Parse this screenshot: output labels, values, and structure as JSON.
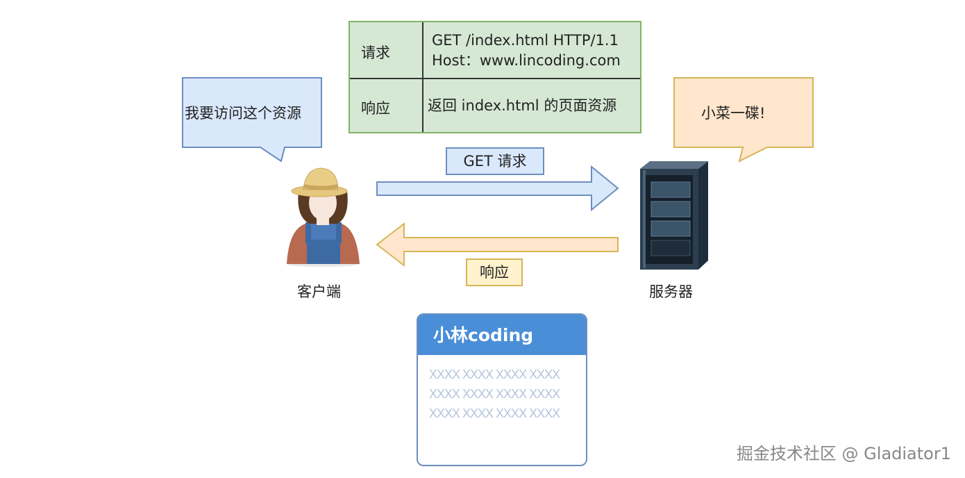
{
  "table": {
    "request_label": "请求",
    "request_line1": "GET /index.html HTTP/1.1",
    "request_line2": "Host：www.lincoding.com",
    "response_label": "响应",
    "response_value": "返回 index.html 的页面资源"
  },
  "client_bubble": "我要访问这个资源",
  "server_bubble": "小菜一碟!",
  "arrows": {
    "request_label": "GET 请求",
    "response_label": "响应"
  },
  "client_label": "客户端",
  "server_label": "服务器",
  "page_card": {
    "title": "小林coding",
    "lines": [
      "XXXX XXXX XXXX XXXX",
      "XXXX XXXX XXXX XXXX",
      "XXXX XXXX XXXX XXXX"
    ]
  },
  "watermark": "掘金技术社区 @ Gladiator1",
  "colors": {
    "table_fill": "#d5e8d4",
    "client_fill": "#dae8fc",
    "server_fill": "#ffe6cc",
    "card_header": "#4a8ed8"
  }
}
